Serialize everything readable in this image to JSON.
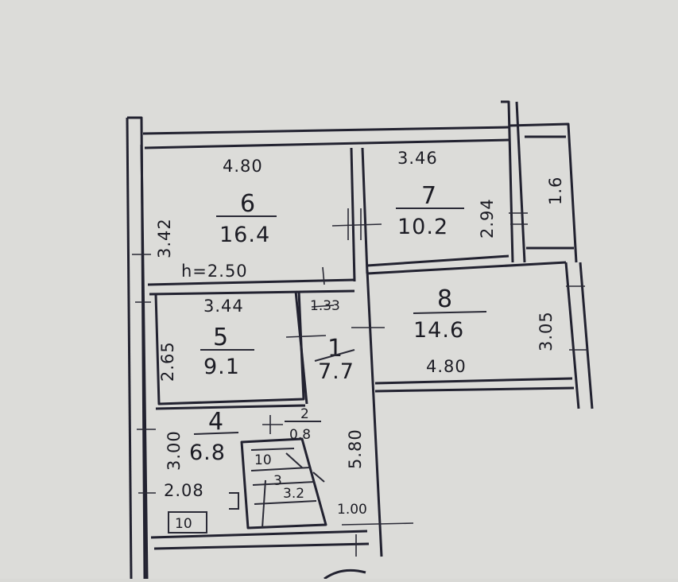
{
  "rooms": {
    "r6": {
      "number": "6",
      "area": "16.4",
      "width": "4.80",
      "depth": "3.42",
      "height": "h=2.50"
    },
    "r7": {
      "number": "7",
      "area": "10.2",
      "width": "3.46",
      "depth": "2.94"
    },
    "r8": {
      "number": "8",
      "area": "14.6",
      "width": "4.80",
      "depth": "3.05"
    },
    "r5": {
      "number": "5",
      "area": "9.1",
      "width": "3.44",
      "depth": "2.65"
    },
    "r4": {
      "number": "4",
      "area": "6.8",
      "depth": "3.00",
      "width": "2.08"
    },
    "r1": {
      "number": "1",
      "area": "7.7",
      "width": "1.33",
      "depth": "5.80"
    },
    "r2": {
      "number": "2",
      "area": "0.8"
    },
    "r3": {
      "number": "3",
      "area": "3.2"
    },
    "balcony": {
      "area": "1.6"
    }
  },
  "fixtures": {
    "sink": "10",
    "stove": "10",
    "small": "1.00"
  }
}
